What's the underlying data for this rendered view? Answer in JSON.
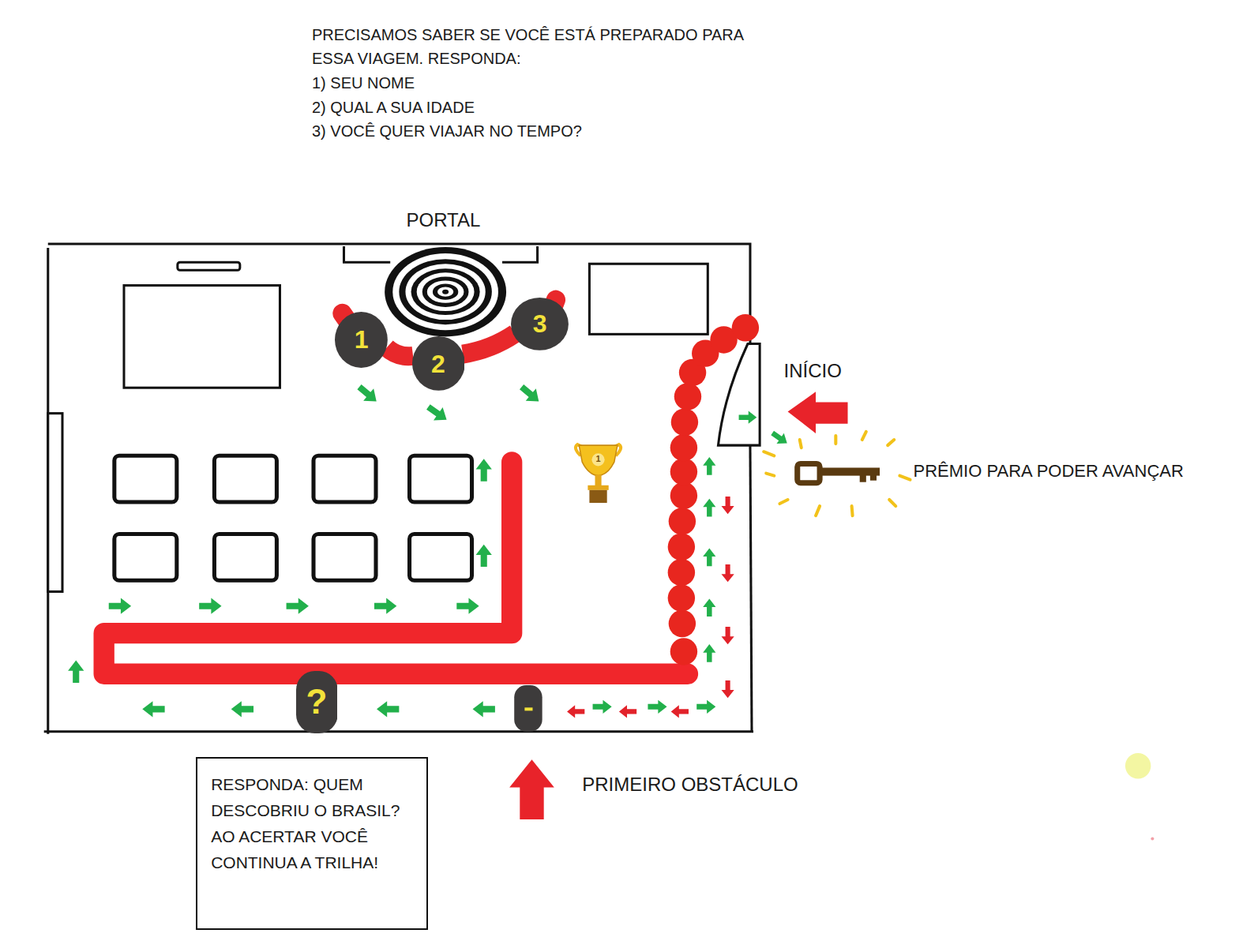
{
  "diagram": {
    "nodes": [
      {
        "text": [
          "1"
        ]
      },
      {
        "text": [
          "2"
        ]
      },
      {
        "text": [
          "3"
        ]
      },
      {
        "text": [
          "?"
        ]
      },
      {
        "text": [
          "RESPONDA: QUEM DESCOBRIU O BRASIL? AO ACERTAR VOCÊ CONTINUA A TRILHA!"
        ]
      }
    ],
    "edges": [
      {
        "from": 0,
        "to": 1,
        "arrow": "none"
      },
      {
        "from": 1,
        "to": 2,
        "arrow": "none"
      }
    ],
    "labels": [
      "PRECISAMOS SABER SE VOCÊ ESTÁ PREPARADO PARA ESSA VIAGEM. RESPONDA:",
      "1) SEU NOME",
      "2) QUAL A SUA IDADE",
      "3) VOCÊ QUER VIAJAR NO TEMPO?",
      "PORTAL",
      "INÍCIO",
      "PRÊMIO PARA PODER AVANÇAR",
      "PRIMEIRO OBSTÁCULO",
      "1"
    ]
  }
}
